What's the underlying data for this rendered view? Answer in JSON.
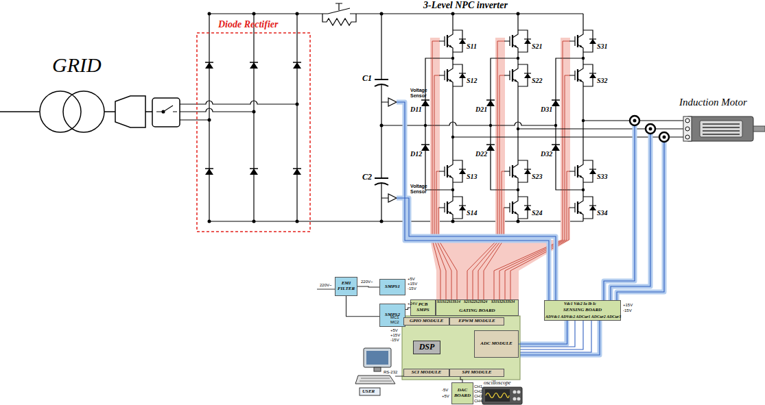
{
  "diagram": {
    "nodes": [
      {
        "text": [
          "EMI FILTER"
        ]
      },
      {
        "text": [
          "SMPS1"
        ]
      },
      {
        "text": [
          "SMPS2"
        ]
      },
      {
        "text": [
          "PCB SMPS"
        ]
      },
      {
        "text": [
          "GATING BOARD"
        ]
      },
      {
        "text": [
          "GPIO MODULE"
        ]
      },
      {
        "text": [
          "EPWM MODULE"
        ]
      },
      {
        "text": [
          "DSP"
        ]
      },
      {
        "text": [
          "SCI MODULE"
        ]
      },
      {
        "text": [
          "SPI MODULE"
        ]
      },
      {
        "text": [
          "ADC MODULE"
        ]
      },
      {
        "text": [
          "SENSING BOARD"
        ]
      },
      {
        "text": [
          "DAC BOARD"
        ]
      }
    ],
    "edges": [
      {
        "from": 0,
        "to": 1,
        "arrow": "none"
      },
      {
        "from": 0,
        "to": 2,
        "arrow": "none"
      },
      {
        "from": 2,
        "to": 3,
        "arrow": "none"
      },
      {
        "from": 11,
        "to": 10,
        "arrow": "none"
      },
      {
        "from": 9,
        "to": 12,
        "arrow": "none"
      }
    ],
    "labels": [
      "GRID",
      "Diode Rectifier",
      "3-Level NPC inverter",
      "Induction Motor",
      "C1",
      "C2",
      "Voltage Sensor",
      "Voltage Sensor",
      "S11",
      "S12",
      "S13",
      "S14",
      "S21",
      "S22",
      "S23",
      "S24",
      "S31",
      "S32",
      "S33",
      "S34",
      "D11",
      "D12",
      "D21",
      "D22",
      "D31",
      "D32",
      "220V~",
      "220V~",
      "+5V",
      "+15V",
      "-15V",
      "+24V",
      "S11S12S13S14",
      "S21S22S23S24",
      "S31S32S33S34",
      "Vdc1 Vdc2 Ia Ib Ic",
      "ADVdc1 ADVdc2 ADCur1 ADCur2 ADCur3",
      "+15V",
      "-15V",
      "MC1",
      "MC2",
      "+5V",
      "+15V",
      "-15V",
      "RS-232",
      "USER",
      "-5V",
      "+5V",
      "CH1",
      "CH2",
      "CH3",
      "CH4",
      "oscilloscope"
    ]
  }
}
